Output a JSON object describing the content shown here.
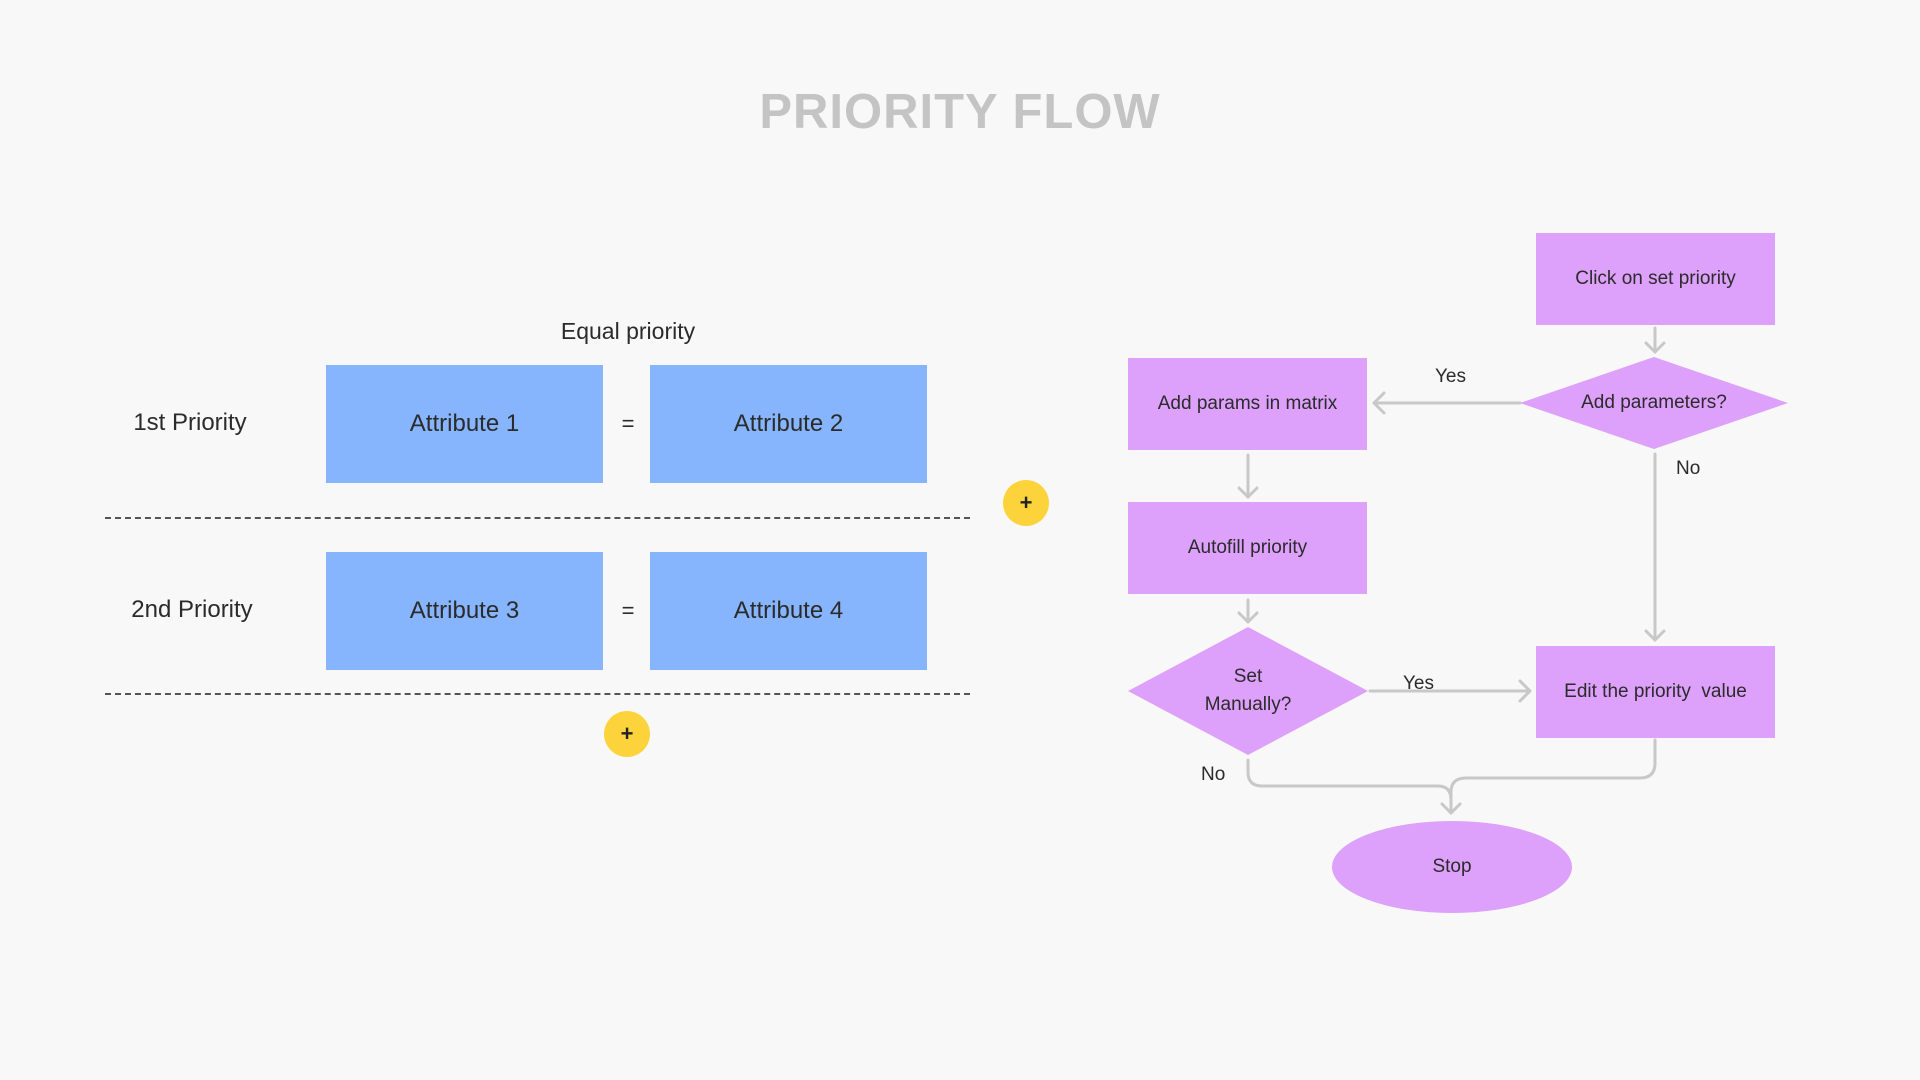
{
  "title": "PRIORITY FLOW",
  "priority_table": {
    "heading": "Equal priority",
    "rows": [
      {
        "label": "1st Priority",
        "left": "Attribute 1",
        "operator": "=",
        "right": "Attribute 2"
      },
      {
        "label": "2nd Priority",
        "left": "Attribute 3",
        "operator": "=",
        "right": "Attribute 4"
      }
    ],
    "add_column_button": "+",
    "add_row_button": "+"
  },
  "flowchart": {
    "click_set_priority": "Click on set priority",
    "add_parameters": "Add parameters?",
    "add_params_matrix": "Add params in matrix",
    "autofill_priority": "Autofill priority",
    "set_manually_line1": "Set",
    "set_manually_line2": "Manually?",
    "edit_priority_value": "Edit the priority  value",
    "stop": "Stop",
    "label_yes_1": "Yes",
    "label_no_1": "No",
    "label_yes_2": "Yes",
    "label_no_2": "No"
  },
  "colors": {
    "attribute_fill": "#86b5fd",
    "flow_node_fill": "#dda0fb",
    "add_button_fill": "#fcd33b",
    "title_color": "#c4c4c4",
    "connector_color": "#c8c8c8"
  }
}
